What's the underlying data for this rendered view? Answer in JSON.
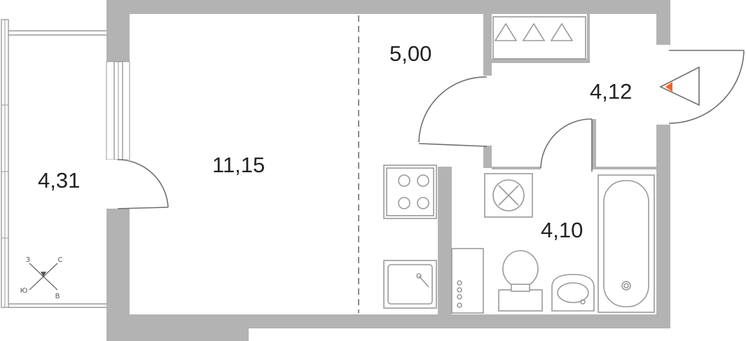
{
  "rooms": {
    "balcony": {
      "area": "4,31"
    },
    "living": {
      "area": "11,15"
    },
    "kitchen": {
      "area": "5,00"
    },
    "hall": {
      "area": "4,12"
    },
    "bathroom": {
      "area": "4,10"
    }
  },
  "compass": {
    "n": "С",
    "e": "В",
    "s": "Ю",
    "w": "З"
  },
  "colors": {
    "wall": "#b3b3b3",
    "entrance_marker": "#f26522",
    "text": "#222222"
  }
}
